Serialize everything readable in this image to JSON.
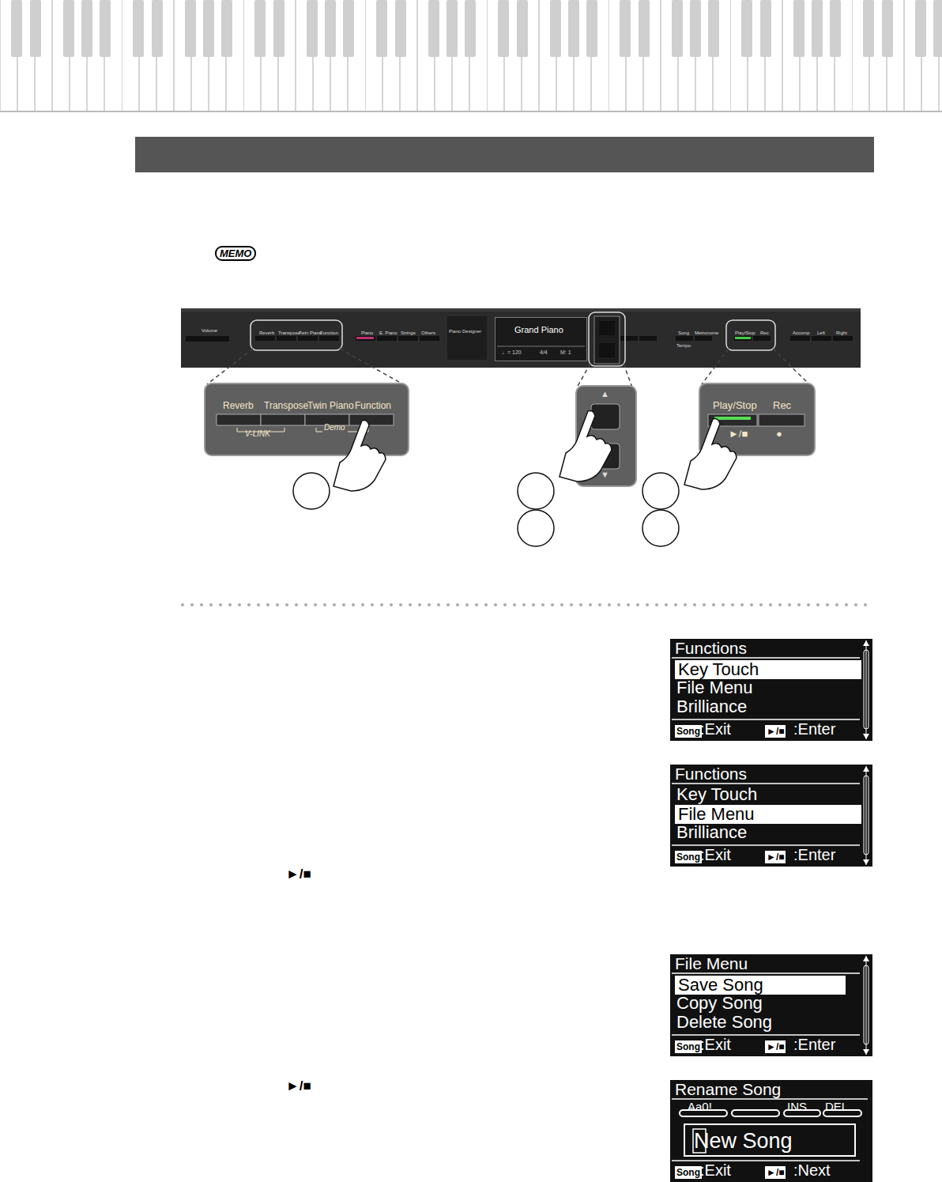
{
  "diagram": {
    "nodes": [
      {
        "text": [
          "Functions",
          "Key Touch",
          "File Menu",
          "Brilliance",
          "Song",
          ":Exit",
          "►/■",
          ":Enter"
        ]
      },
      {
        "text": [
          "Functions",
          "Key Touch",
          "File Menu",
          "Brilliance",
          "Song",
          ":Exit",
          "►/■",
          ":Enter"
        ]
      },
      {
        "text": [
          "File Menu",
          "Save Song",
          "Copy Song",
          "Delete Song",
          "Song",
          ":Exit",
          "►/■",
          ":Enter"
        ]
      },
      {
        "text": [
          "Rename Song",
          "Aa0!",
          "INS",
          "DEL",
          "New Song",
          "Song",
          ":Exit",
          "►/■",
          ":Next"
        ]
      },
      {
        "text": [
          "Grand Piano",
          "♩= 120",
          "4/4",
          "M: 1"
        ]
      },
      {
        "text": [
          "Reverb",
          "Transpose",
          "Twin Piano",
          "Function",
          "V-LINK",
          "Demo"
        ]
      },
      {
        "text": [
          "▲",
          "▼"
        ]
      },
      {
        "text": [
          "Play/Stop",
          "Rec",
          "►/■",
          "●"
        ]
      }
    ],
    "labels": [
      "MEMO",
      "Volume",
      "Reverb",
      "Transpose",
      "Twin Piano",
      "Function",
      "Piano",
      "E. Piano",
      "Strings",
      "Others",
      "Piano Designer",
      "Song",
      "Metronome",
      "Tempo",
      "Play/Stop",
      "Rec",
      "Accomp",
      "Left",
      "Right",
      "►/■",
      "►/■"
    ]
  }
}
